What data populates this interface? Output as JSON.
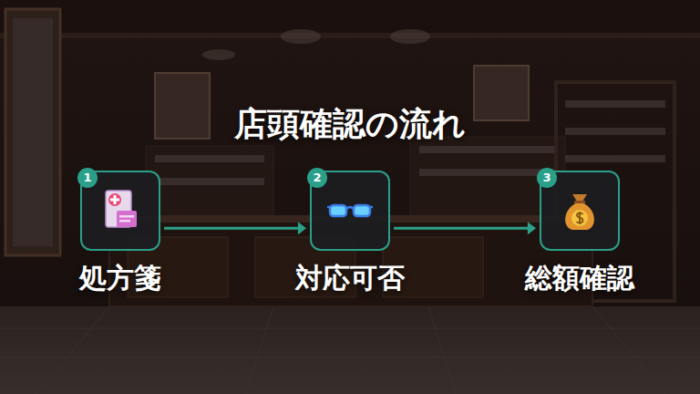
{
  "diagram": {
    "title": "店頭確認の流れ",
    "nodes": [
      {
        "text": [
          "1",
          "処方箋"
        ]
      },
      {
        "text": [
          "2",
          "対応可否"
        ]
      },
      {
        "text": [
          "3",
          "総額確認"
        ]
      }
    ],
    "edges": [
      {
        "from": 0,
        "to": 1,
        "arrow": "to"
      },
      {
        "from": 1,
        "to": 2,
        "arrow": "to"
      }
    ]
  }
}
